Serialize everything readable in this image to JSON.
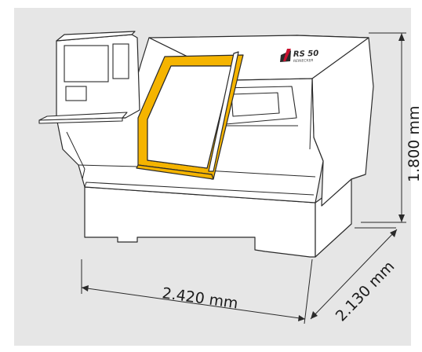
{
  "dimensions": {
    "width": "2.420 mm",
    "depth": "2.130 mm",
    "height": "1.800 mm"
  },
  "branding": {
    "model": "RS 50",
    "maker": "REINECKER"
  },
  "colors": {
    "background": "#e6e6e6",
    "machine_fill": "#ffffff",
    "outline": "#2a2a2a",
    "door_accent": "#f5b400",
    "window": "#ffffff"
  }
}
